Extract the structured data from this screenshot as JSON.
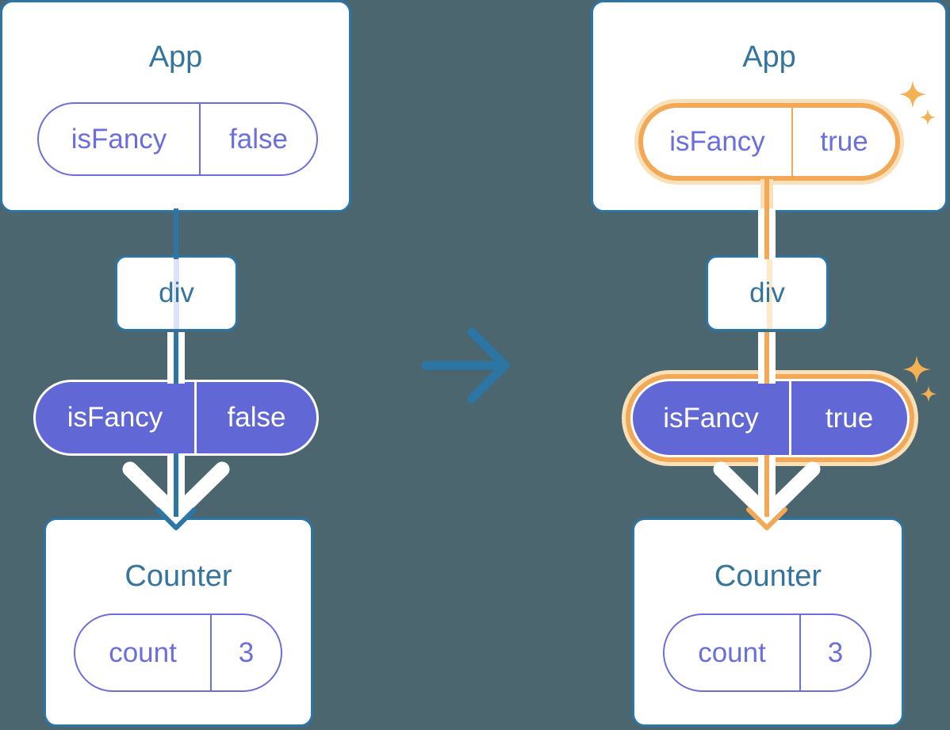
{
  "diagram": {
    "type": "react-component-tree-transition",
    "description_visible_text_only": true
  },
  "colors": {
    "background": "#4C6670",
    "line_blue": "#2C76A5",
    "node_title_text": "#33759F",
    "pill_purple_fill": "#6167D4",
    "pill_purple_text": "#6B6FDD",
    "highlight_orange": "#F2A855",
    "highlight_orange_halo": "#FAE0B8",
    "sparkle_orange": "#F4B052",
    "card_fill": "#FFFFFF"
  },
  "icons": {
    "transition_arrow": "right-arrow-icon",
    "flow_arrowhead": "down-arrowhead-icon",
    "chevron": "white-chevron-down-icon",
    "sparkles": "sparkle-4-point-icon"
  },
  "before_tree": {
    "app_title": "App",
    "app_prop": {
      "name": "isFancy",
      "value": "false"
    },
    "div_label": "div",
    "prop_pill": {
      "name": "isFancy",
      "value": "false"
    },
    "counter_title": "Counter",
    "counter_state": {
      "name": "count",
      "value": "3"
    }
  },
  "after_tree": {
    "app_title": "App",
    "app_prop": {
      "name": "isFancy",
      "value": "true"
    },
    "div_label": "div",
    "prop_pill": {
      "name": "isFancy",
      "value": "true"
    },
    "counter_title": "Counter",
    "counter_state": {
      "name": "count",
      "value": "3"
    }
  }
}
